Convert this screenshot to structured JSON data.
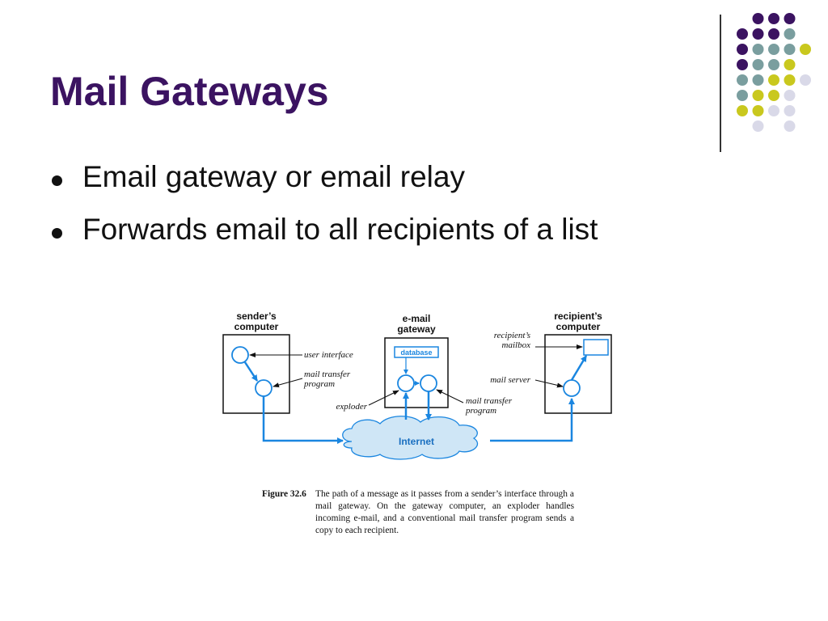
{
  "slide": {
    "title": "Mail Gateways",
    "bullets": [
      "Email gateway or email relay",
      "Forwards email to all recipients of a list"
    ]
  },
  "decoration": {
    "dot_colors": [
      "#3b1361",
      "#7a9e9f",
      "#c9c81e",
      "#d9d9e8"
    ],
    "dot_grid": [
      [
        -1,
        0,
        0,
        0,
        -1,
        -1
      ],
      [
        0,
        0,
        0,
        1,
        -1,
        -1
      ],
      [
        0,
        1,
        1,
        1,
        2,
        -1
      ],
      [
        0,
        1,
        1,
        2,
        -1,
        -1
      ],
      [
        1,
        1,
        2,
        2,
        3,
        -1
      ],
      [
        1,
        2,
        2,
        3,
        -1,
        -1
      ],
      [
        2,
        2,
        3,
        3,
        -1,
        -1
      ],
      [
        -1,
        3,
        -1,
        3,
        -1,
        -1
      ]
    ]
  },
  "diagram": {
    "accent_color": "#1a86e0",
    "senders_computer": "sender’s\ncomputer",
    "email_gateway": "e-mail\ngateway",
    "recipients_computer": "recipient’s\ncomputer",
    "database": "database",
    "internet": "Internet",
    "user_interface": "user interface",
    "mail_transfer_program_left": "mail transfer\nprogram",
    "exploder": "exploder",
    "mail_transfer_program_gateway": "mail transfer\nprogram",
    "recipients_mailbox": "recipient’s\nmailbox",
    "mail_server": "mail server"
  },
  "caption": {
    "label": "Figure 32.6",
    "text": "The path of a message as it passes from a sender’s interface through a mail gateway. On the gateway computer, an exploder handles incoming e-mail, and a conventional mail transfer program sends a copy to each recipient."
  }
}
